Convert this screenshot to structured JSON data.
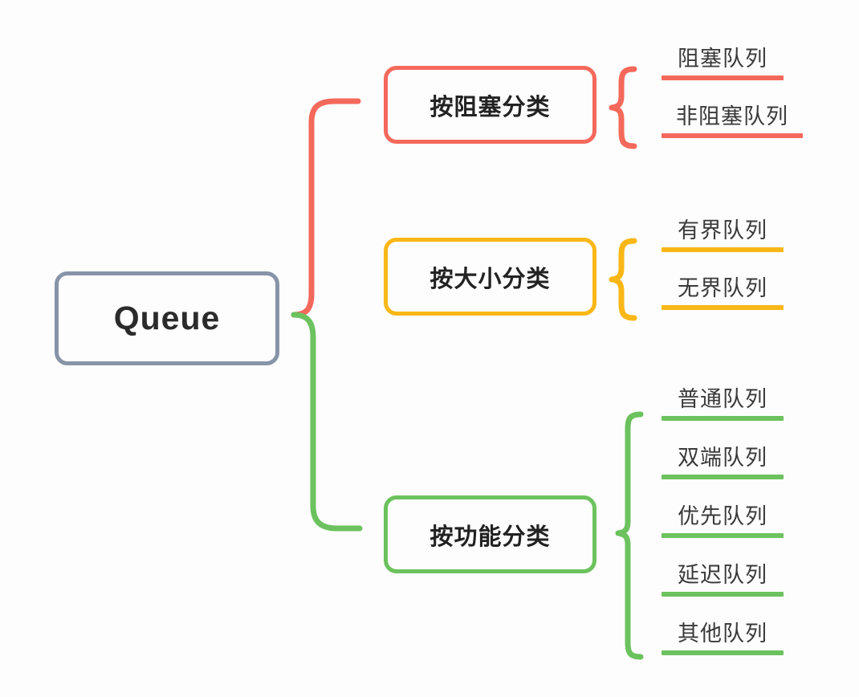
{
  "diagram": {
    "type": "mind-map",
    "title": "Queue",
    "root": {
      "label": "Queue",
      "border_color": "#8794a8"
    },
    "branches": [
      {
        "id": "blocking",
        "label": "按阻塞分类",
        "color": "#f4695b",
        "items": [
          {
            "label": "阻塞队列"
          },
          {
            "label": "非阻塞队列"
          }
        ]
      },
      {
        "id": "size",
        "label": "按大小分类",
        "color": "#f9b717",
        "items": [
          {
            "label": "有界队列"
          },
          {
            "label": "无界队列"
          }
        ]
      },
      {
        "id": "function",
        "label": "按功能分类",
        "color": "#6cc25e",
        "items": [
          {
            "label": "普通队列"
          },
          {
            "label": "双端队列"
          },
          {
            "label": "优先队列"
          },
          {
            "label": "延迟队列"
          },
          {
            "label": "其他队列"
          }
        ]
      }
    ]
  }
}
